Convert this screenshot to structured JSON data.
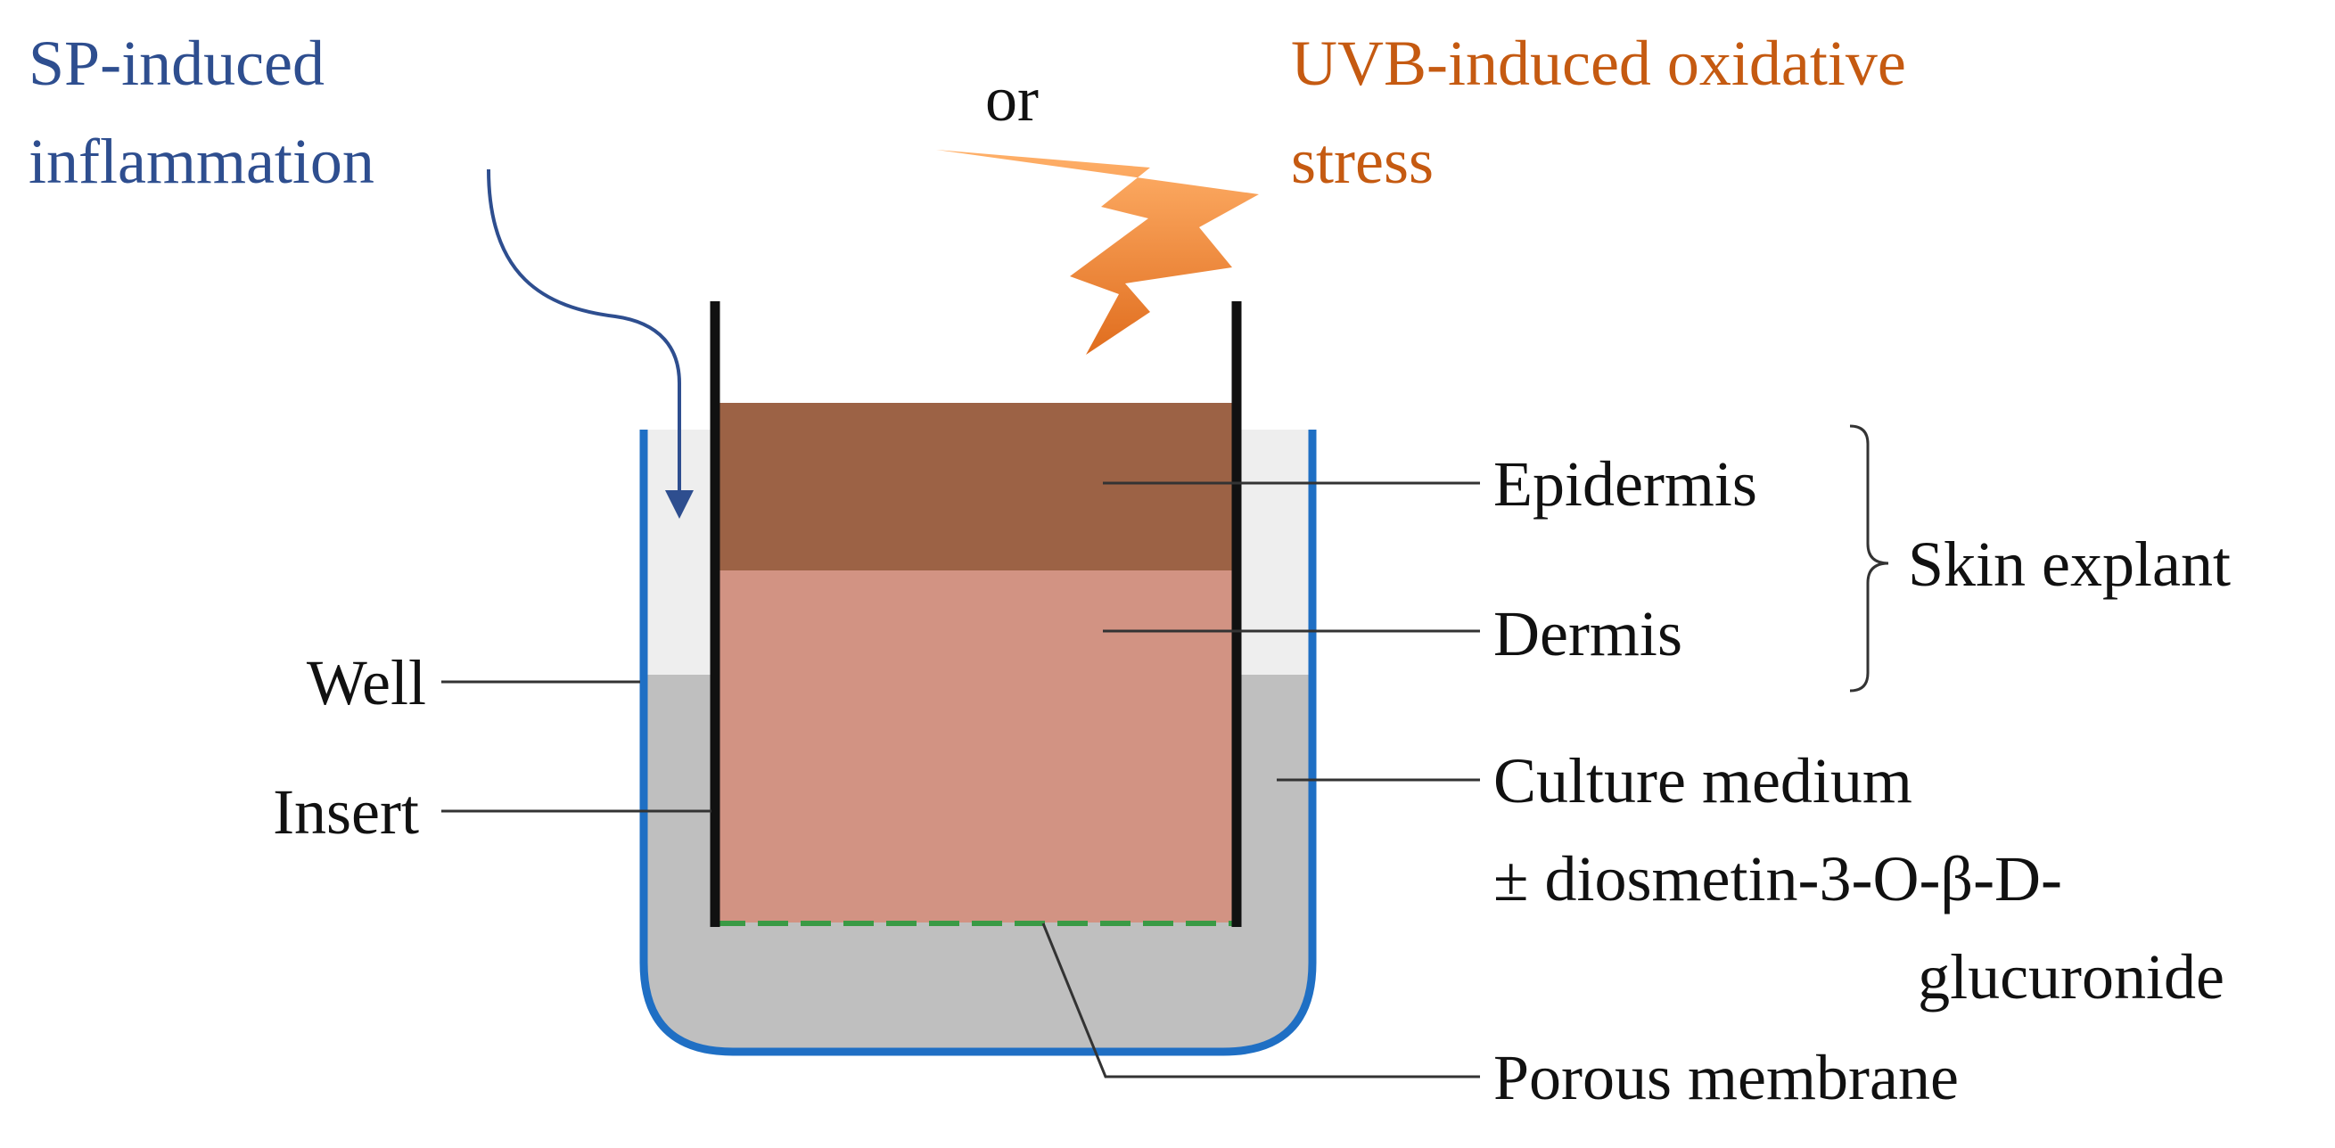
{
  "labels": {
    "sp_line1": "SP-induced",
    "sp_line2": "inflammation",
    "or": "or",
    "uvb_line1": "UVB-induced oxidative",
    "uvb_line2": "stress",
    "epidermis": "Epidermis",
    "dermis": "Dermis",
    "skin_explant": "Skin explant",
    "well": "Well",
    "insert": "Insert",
    "culture_line1": "Culture medium",
    "culture_line2": "± diosmetin-3-O-β-D-",
    "culture_line3": "glucuronide",
    "porous_membrane": "Porous membrane"
  },
  "colors": {
    "sp_text": "#2e4e8f",
    "uvb_text": "#c55a11",
    "well_outline": "#1f6fc4",
    "medium": "#bfbfbf",
    "well_air": "#eeeeee",
    "epidermis": "#9c6245",
    "dermis": "#d29383",
    "membrane": "#3a9a45",
    "insert_walls": "#111111",
    "lightning": "#f08a3c"
  }
}
